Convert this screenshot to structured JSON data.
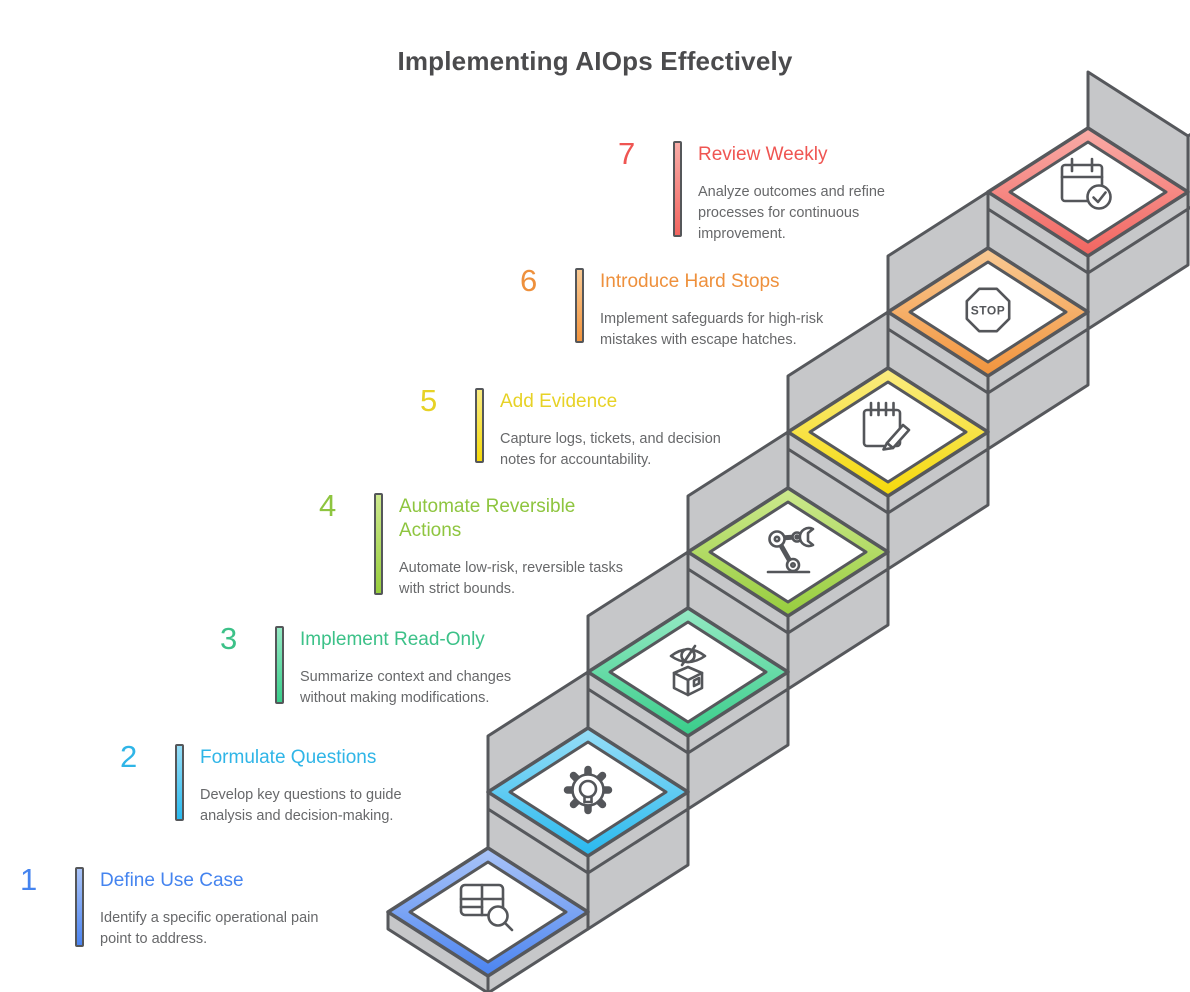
{
  "title": "Implementing AIOps Effectively",
  "colors": {
    "stair_gray": "#c6c7c9",
    "outline": "#56585c",
    "heading_text": "#4b4b4d",
    "desc_text": "#67686a"
  },
  "stop_sign_label": "STOP",
  "steps": [
    {
      "number": "1",
      "title": "Define Use Case",
      "icon": "table-search",
      "desc_lines": [
        "Identify a specific operational pain",
        "point to address."
      ],
      "color": "#4b84f0",
      "color_light": "#aac4f8",
      "text_color": "#4584ef"
    },
    {
      "number": "2",
      "title": "Formulate Questions",
      "icon": "gear-lightbulb",
      "desc_lines": [
        "Develop key questions to guide",
        "analysis and decision-making."
      ],
      "color": "#29b9ee",
      "color_light": "#97def7",
      "text_color": "#2fb5e7"
    },
    {
      "number": "3",
      "title": "Implement Read-Only",
      "icon": "eye-slash-box",
      "desc_lines": [
        "Summarize context and changes",
        "without making modifications."
      ],
      "color": "#39cd8a",
      "color_light": "#95e9c4",
      "text_color": "#3cc188"
    },
    {
      "number": "4",
      "title": "Automate Reversible Actions",
      "icon": "robot-arm",
      "desc_lines": [
        "Automate low-risk, reversible tasks",
        "with strict bounds."
      ],
      "color": "#97cd3d",
      "color_light": "#cde98e",
      "text_color": "#8ec53f"
    },
    {
      "number": "5",
      "title": "Add Evidence",
      "icon": "notepad-pencil",
      "desc_lines": [
        "Capture logs, tickets, and decision",
        "notes for accountability."
      ],
      "color": "#f5d90a",
      "color_light": "#faec82",
      "text_color": "#e7d226"
    },
    {
      "number": "6",
      "title": "Introduce Hard Stops",
      "icon": "stop-sign",
      "desc_lines": [
        "Implement safeguards for high-risk",
        "mistakes with escape hatches."
      ],
      "color": "#f2943d",
      "color_light": "#f9ca94",
      "text_color": "#ee903c"
    },
    {
      "number": "7",
      "title": "Review Weekly",
      "icon": "calendar-check",
      "desc_lines": [
        "Analyze outcomes and refine",
        "processes for continuous",
        "improvement."
      ],
      "color": "#f26560",
      "color_light": "#f9aca7",
      "text_color": "#ef5552"
    }
  ]
}
